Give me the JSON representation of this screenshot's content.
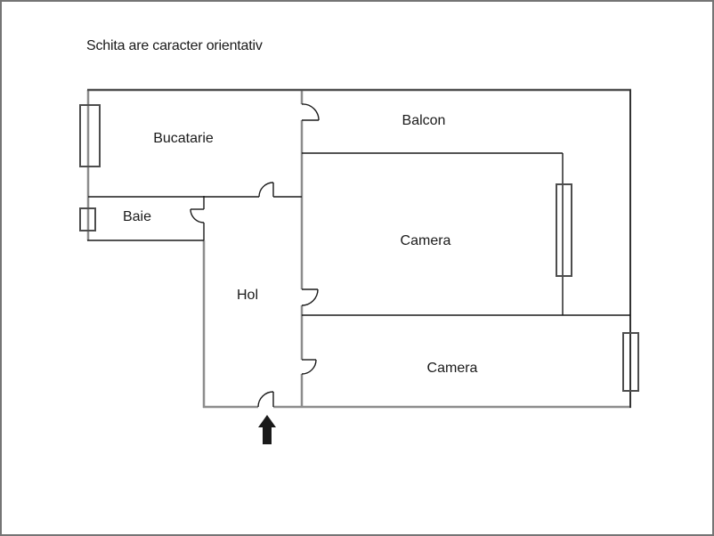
{
  "page": {
    "title": "Schita are caracter orientativ"
  },
  "floor_plan": {
    "rooms": [
      {
        "id": "bucatarie",
        "label": "Bucatarie"
      },
      {
        "id": "baie",
        "label": "Baie"
      },
      {
        "id": "hol",
        "label": "Hol"
      },
      {
        "id": "balcon",
        "label": "Balcon"
      },
      {
        "id": "camera-1",
        "label": "Camera"
      },
      {
        "id": "camera-2",
        "label": "Camera"
      }
    ],
    "entrance": {
      "symbol": "arrow-up"
    },
    "counts": {
      "windows": 4,
      "doors": 6
    },
    "colors": {
      "wall_gray": "#8c8c8c",
      "wall_dark": "#4d4d4d",
      "wall_right": "#333333",
      "partition_black": "#1a1a1a",
      "window_frame": "#4d4d4d",
      "door_line": "#1a1a1a",
      "arrow_fill": "#1a1a1a",
      "background": "#ffffff",
      "frame_border": "#757575"
    }
  }
}
